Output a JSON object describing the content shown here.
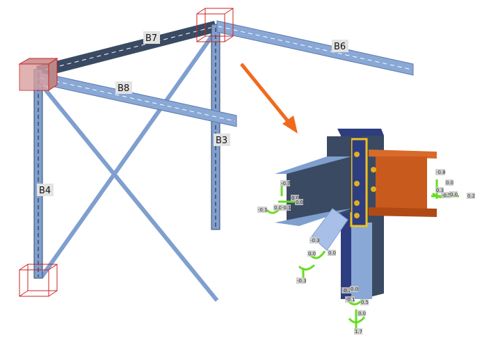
{
  "members": {
    "b7": "B7",
    "b6": "B6",
    "b8": "B8",
    "b3": "B3",
    "b4": "B4"
  },
  "colors": {
    "steel": "#7f9fcf",
    "steel_dark": "#3a4a63",
    "column_blue": "#2d3d80",
    "orange_beam": "#c85a1e",
    "arrow": "#f06a1e",
    "support_box": "#cc2222",
    "load_green": "#66dd22",
    "plate_yellow": "#f0c020"
  },
  "loads": {
    "left_beam": [
      "-0.7",
      "0.0",
      "0.0",
      "-0.1",
      "0.0",
      "-0.1"
    ],
    "brace": [
      "-0.3",
      "0.0",
      "0.0",
      "-0.3"
    ],
    "right_beam": [
      "-0.8",
      "0.0",
      "0.3",
      "-0.5",
      "0.0",
      "0.2"
    ],
    "column_base": [
      "-0.2",
      "0.0",
      "-0.1",
      "0.5",
      "0.0",
      "1.7"
    ]
  }
}
